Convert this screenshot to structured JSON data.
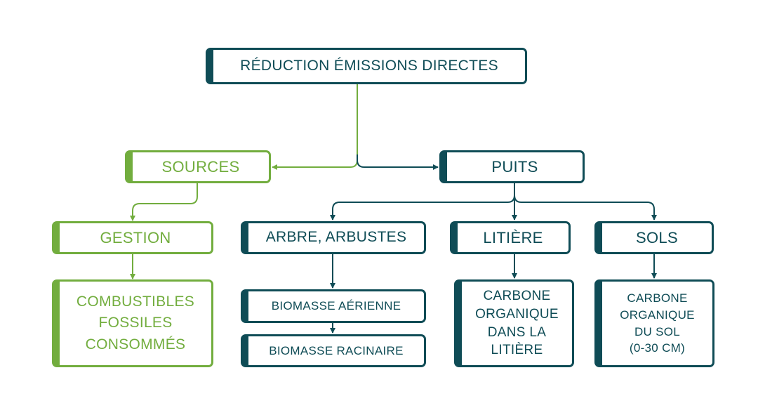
{
  "colors": {
    "teal": "#0f4c56",
    "green": "#72ad3e",
    "background": "#ffffff"
  },
  "nodes": {
    "root": "RÉDUCTION ÉMISSIONS DIRECTES",
    "sources": "SOURCES",
    "puits": "PUITS",
    "gestion": "GESTION",
    "combustibles": "COMBUSTIBLES\nFOSSILES\nCONSOMMÉS",
    "arbre": "ARBRE, ARBUSTES",
    "litiere": "LITIÈRE",
    "sols": "SOLS",
    "biomasse_aerienne": "BIOMASSE AÉRIENNE",
    "biomasse_racinaire": "BIOMASSE RACINAIRE",
    "carbone_litiere": "CARBONE\nORGANIQUE\nDANS LA\nLITIÈRE",
    "carbone_sol": "CARBONE\nORGANIQUE\nDU SOL\n(0-30 CM)"
  },
  "edges": [
    {
      "from": "root",
      "to": "sources",
      "color": "green"
    },
    {
      "from": "root",
      "to": "puits",
      "color": "teal"
    },
    {
      "from": "sources",
      "to": "gestion",
      "color": "green"
    },
    {
      "from": "gestion",
      "to": "combustibles",
      "color": "green"
    },
    {
      "from": "puits",
      "to": "arbre",
      "color": "teal"
    },
    {
      "from": "puits",
      "to": "litiere",
      "color": "teal"
    },
    {
      "from": "puits",
      "to": "sols",
      "color": "teal"
    },
    {
      "from": "arbre",
      "to": "biomasse_aerienne",
      "color": "teal"
    },
    {
      "from": "biomasse_aerienne",
      "to": "biomasse_racinaire",
      "color": "teal"
    },
    {
      "from": "litiere",
      "to": "carbone_litiere",
      "color": "teal"
    },
    {
      "from": "sols",
      "to": "carbone_sol",
      "color": "teal"
    }
  ]
}
